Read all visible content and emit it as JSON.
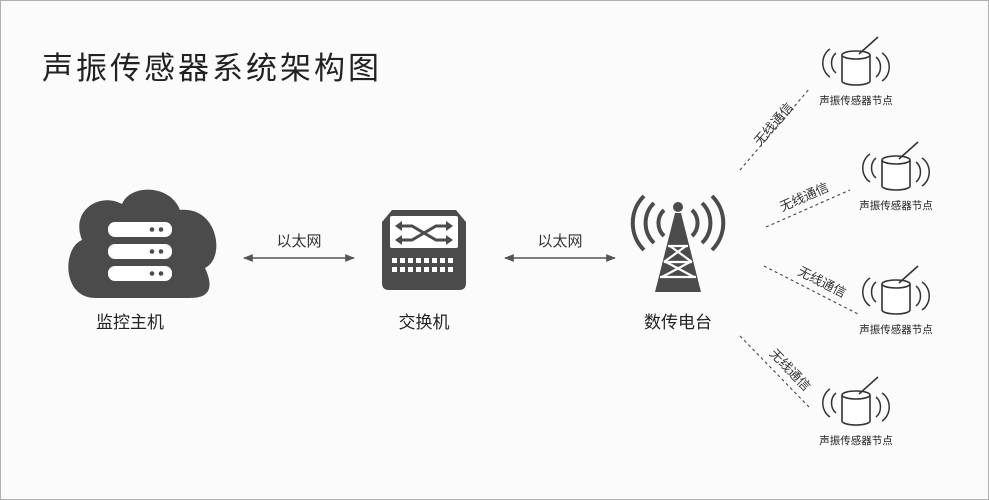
{
  "title": "声振传感器系统架构图",
  "host": {
    "label": "监控主机",
    "icon": "cloud-server-icon"
  },
  "switch": {
    "label": "交换机",
    "icon": "network-switch-icon"
  },
  "station": {
    "label": "数传电台",
    "icon": "radio-tower-icon"
  },
  "links": {
    "host_switch": "以太网",
    "switch_station": "以太网"
  },
  "wireless_label": "无线通信",
  "sensor_nodes": [
    {
      "label": "声振传感器节点"
    },
    {
      "label": "声振传感器节点"
    },
    {
      "label": "声振传感器节点"
    },
    {
      "label": "声振传感器节点"
    }
  ],
  "colors": {
    "icon": "#4b4b4b",
    "text": "#222222",
    "line": "#555555"
  }
}
